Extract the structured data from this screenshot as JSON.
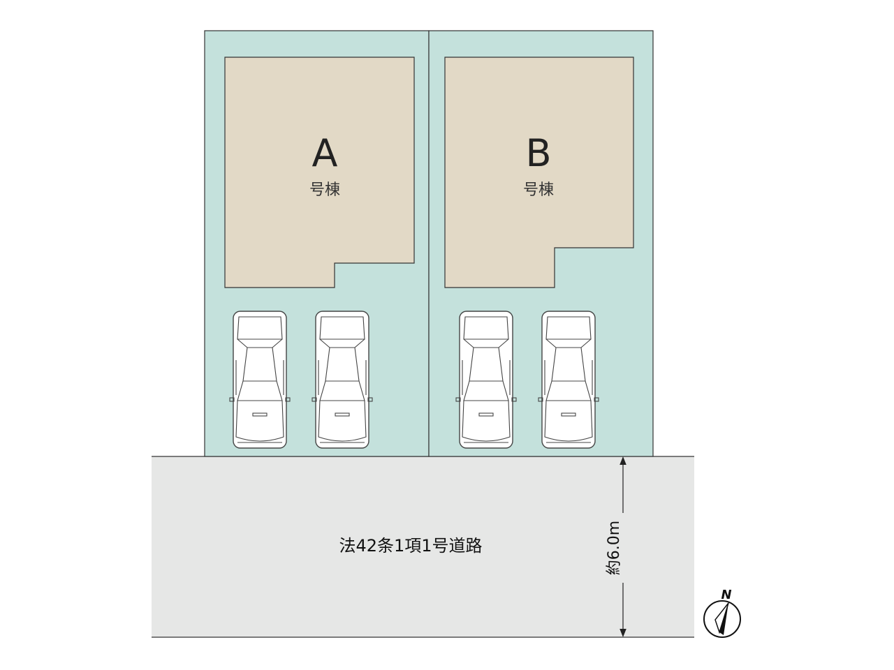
{
  "lots": [
    {
      "id": "A",
      "letter": "A",
      "label": "号棟"
    },
    {
      "id": "B",
      "letter": "B",
      "label": "号棟"
    }
  ],
  "road": {
    "label": "法42条1項1号道路",
    "width_label": "約6.0m"
  },
  "compass": {
    "label": "N"
  },
  "parking_per_lot": 2,
  "colors": {
    "lot": "#c4e1dc",
    "house": "#e2d9c6",
    "road": "#e6e7e6"
  }
}
